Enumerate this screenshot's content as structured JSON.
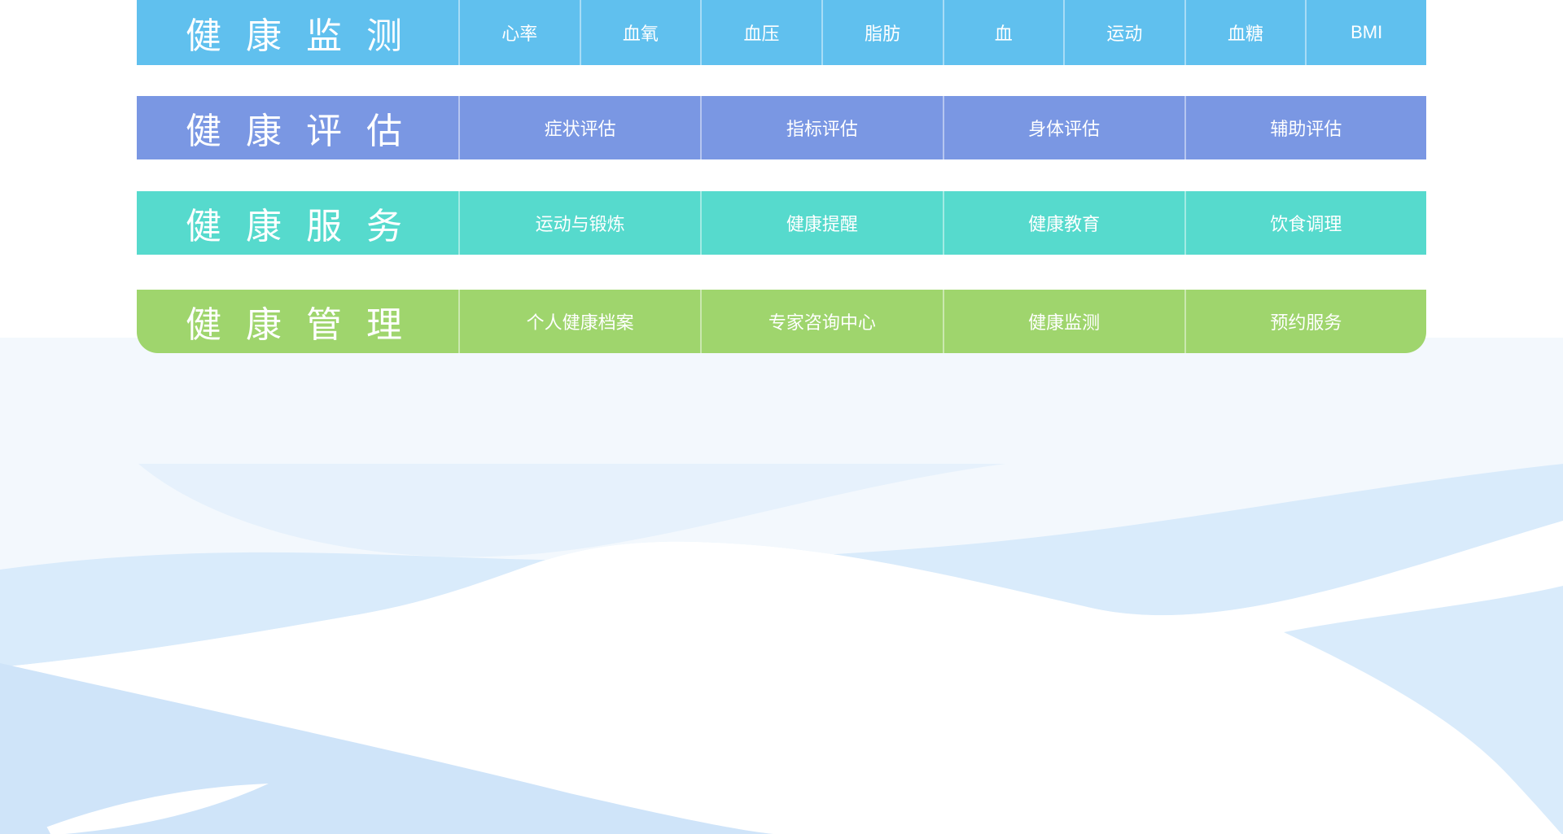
{
  "colors": {
    "page_background": "#ffffff",
    "wave_base": "#f3f8fd",
    "wave_light": "#e6f1fc",
    "wave_mid": "#d9ebfb",
    "wave_deep": "#cfe4f9",
    "wave_white": "#ffffff",
    "menu_text": "#ffffff"
  },
  "menu": {
    "rows": [
      {
        "label": "健康监测",
        "color": "#60c0ee",
        "items": [
          "心率",
          "血氧",
          "血压",
          "脂肪",
          "血",
          "运动",
          "血糖",
          "BMI"
        ]
      },
      {
        "label": "健康评估",
        "color": "#7a97e3",
        "items": [
          "症状评估",
          "指标评估",
          "身体评估",
          "辅助评估"
        ]
      },
      {
        "label": "健康服务",
        "color": "#56dacd",
        "items": [
          "运动与锻炼",
          "健康提醒",
          "健康教育",
          "饮食调理"
        ]
      },
      {
        "label": "健康管理",
        "color": "#9fd56d",
        "items": [
          "个人健康档案",
          "专家咨询中心",
          "健康监测",
          "预约服务"
        ]
      }
    ]
  }
}
